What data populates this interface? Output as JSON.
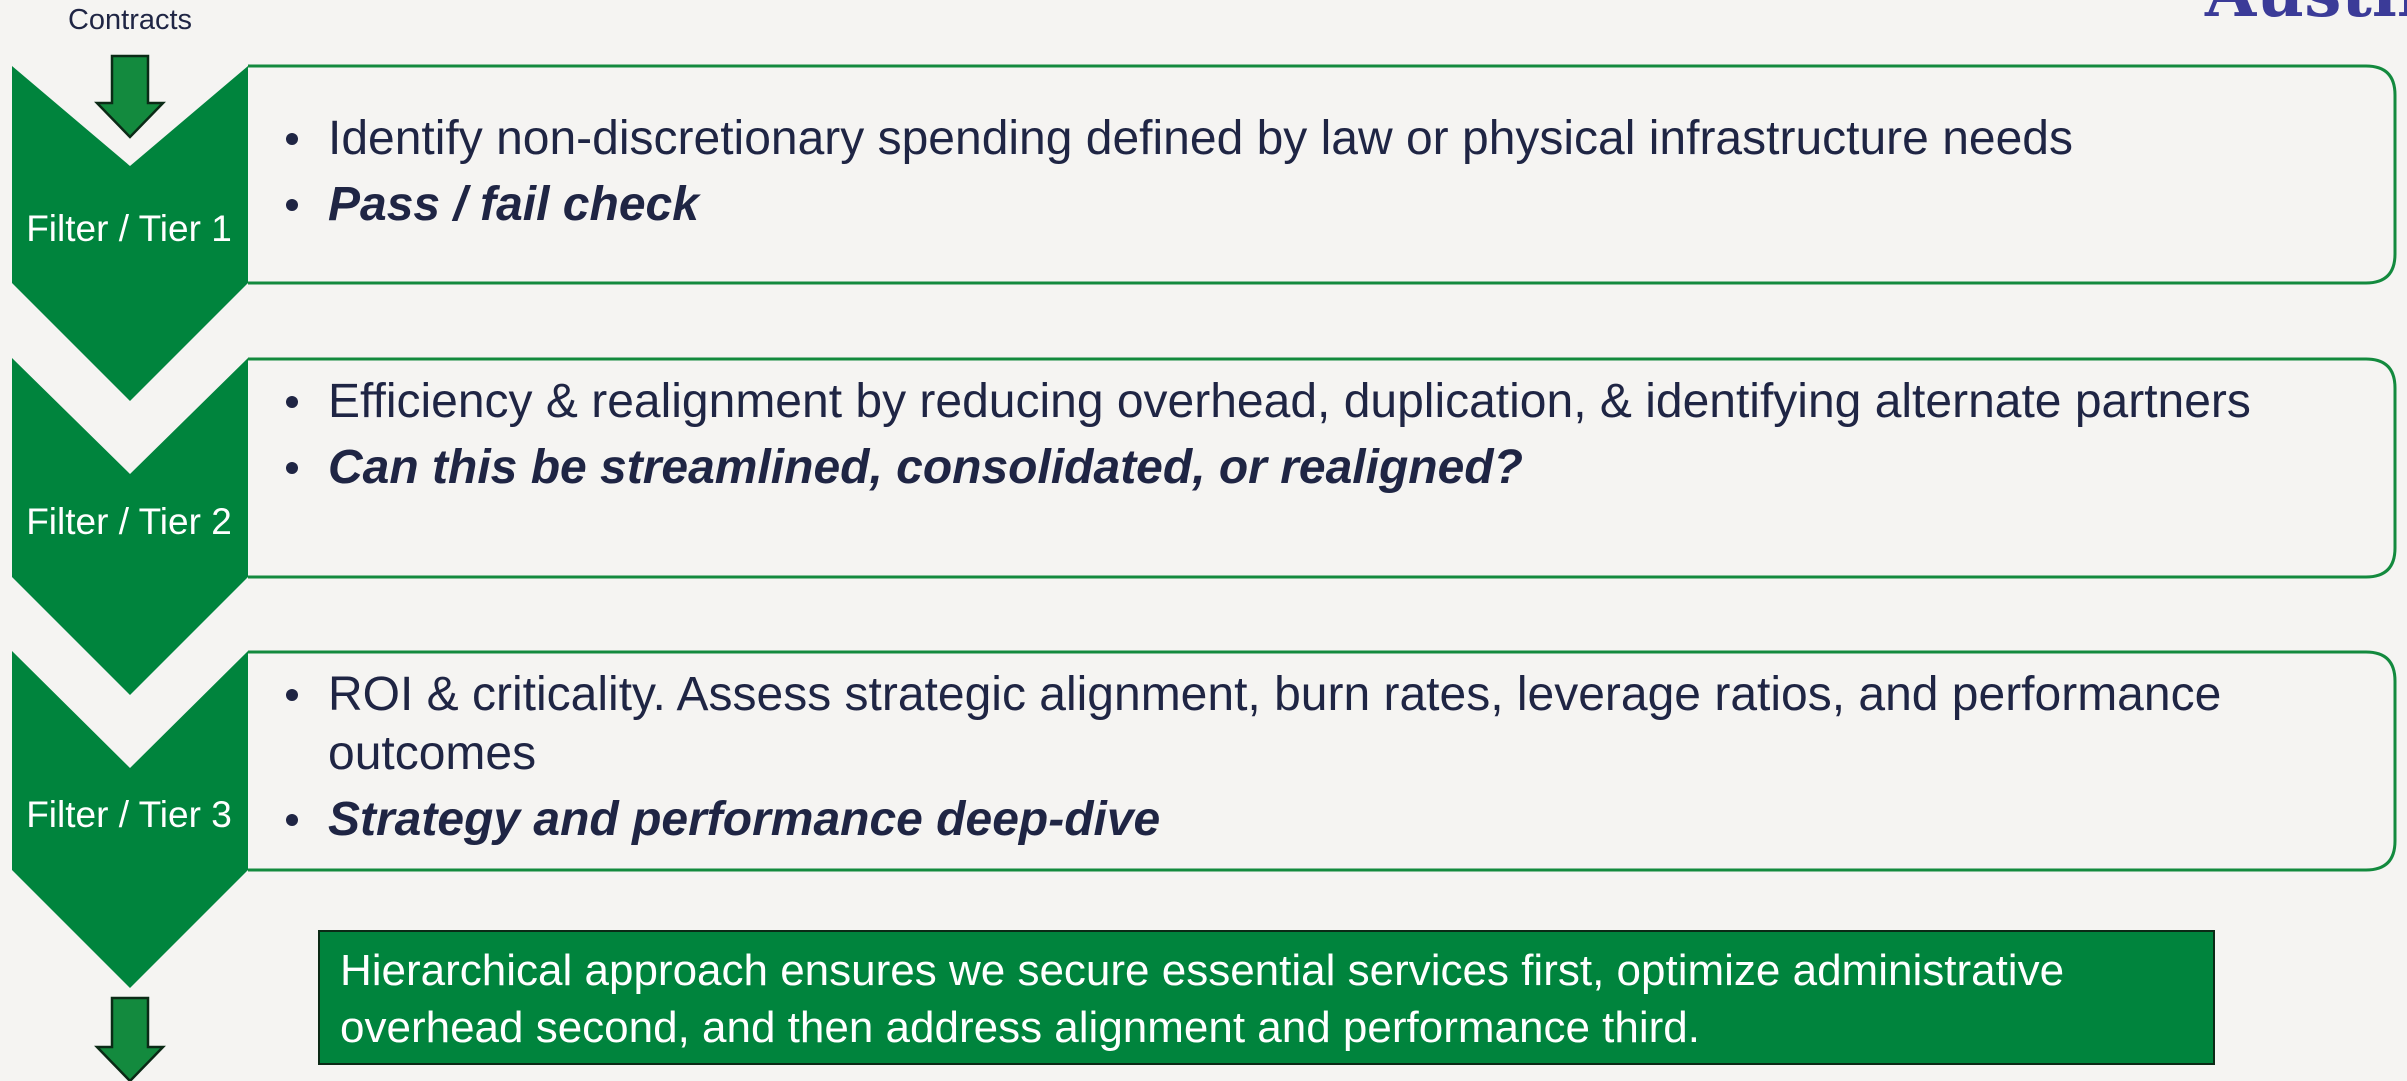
{
  "brand": {
    "logo_text": "Austin"
  },
  "flow": {
    "input_label": "Contracts",
    "tiers": [
      {
        "label": "Filter / Tier 1",
        "bullets": [
          "Identify non-discretionary spending defined by law or physical infrastructure needs",
          "Pass / fail check"
        ]
      },
      {
        "label": "Filter / Tier 2",
        "bullets": [
          "Efficiency & realignment by reducing overhead, duplication, & identifying alternate partners",
          "Can this be streamlined, consolidated, or realigned?"
        ]
      },
      {
        "label": "Filter / Tier 3",
        "bullets": [
          "ROI & criticality. Assess strategic alignment, burn rates, leverage ratios, and performance outcomes",
          "Strategy and performance deep-dive"
        ]
      }
    ],
    "summary": "Hierarchical approach ensures we secure essential services first, optimize administrative overhead second, and then address alignment and performance third."
  },
  "colors": {
    "primary_green": "#00843d",
    "arrow_green": "#138a3e",
    "text_navy": "#1f2544",
    "background": "#f5f4f2",
    "logo_blue": "#3b3b98"
  }
}
